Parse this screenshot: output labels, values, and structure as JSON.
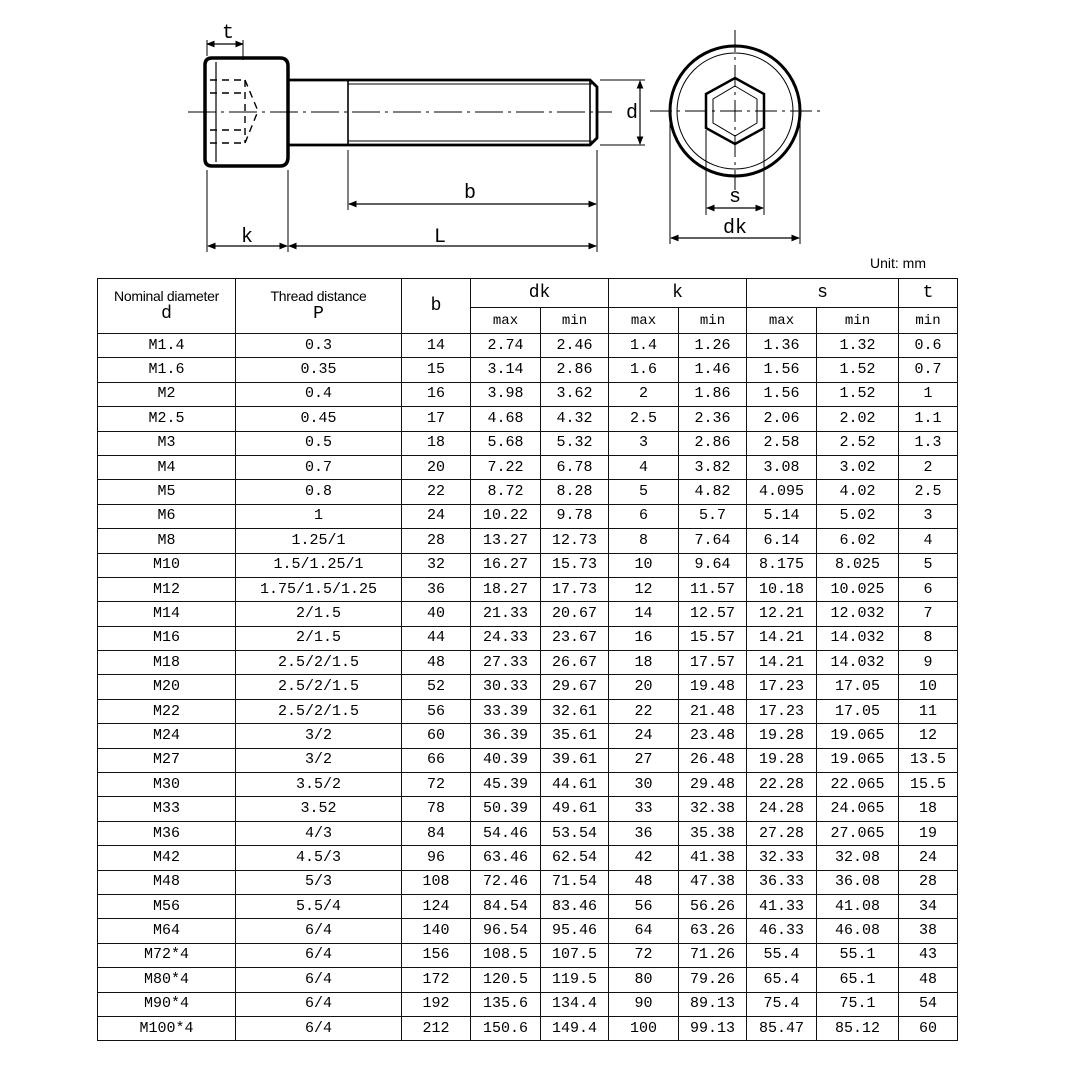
{
  "drawing": {
    "labels": {
      "t": "t",
      "d": "d",
      "b": "b",
      "k": "k",
      "L": "L",
      "s": "s",
      "dk": "dk"
    }
  },
  "unit": "Unit: mm",
  "table": {
    "headers": {
      "nominal_top": "Nominal diameter",
      "nominal_bottom": "d",
      "thread_top": "Thread distance",
      "thread_bottom": "P",
      "b": "b",
      "dk": "dk",
      "k": "k",
      "s": "s",
      "t": "t",
      "max": "max",
      "min": "min",
      "t_min": "min"
    },
    "rows": [
      [
        "M1.4",
        "0.3",
        "14",
        "2.74",
        "2.46",
        "1.4",
        "1.26",
        "1.36",
        "1.32",
        "0.6"
      ],
      [
        "M1.6",
        "0.35",
        "15",
        "3.14",
        "2.86",
        "1.6",
        "1.46",
        "1.56",
        "1.52",
        "0.7"
      ],
      [
        "M2",
        "0.4",
        "16",
        "3.98",
        "3.62",
        "2",
        "1.86",
        "1.56",
        "1.52",
        "1"
      ],
      [
        "M2.5",
        "0.45",
        "17",
        "4.68",
        "4.32",
        "2.5",
        "2.36",
        "2.06",
        "2.02",
        "1.1"
      ],
      [
        "M3",
        "0.5",
        "18",
        "5.68",
        "5.32",
        "3",
        "2.86",
        "2.58",
        "2.52",
        "1.3"
      ],
      [
        "M4",
        "0.7",
        "20",
        "7.22",
        "6.78",
        "4",
        "3.82",
        "3.08",
        "3.02",
        "2"
      ],
      [
        "M5",
        "0.8",
        "22",
        "8.72",
        "8.28",
        "5",
        "4.82",
        "4.095",
        "4.02",
        "2.5"
      ],
      [
        "M6",
        "1",
        "24",
        "10.22",
        "9.78",
        "6",
        "5.7",
        "5.14",
        "5.02",
        "3"
      ],
      [
        "M8",
        "1.25/1",
        "28",
        "13.27",
        "12.73",
        "8",
        "7.64",
        "6.14",
        "6.02",
        "4"
      ],
      [
        "M10",
        "1.5/1.25/1",
        "32",
        "16.27",
        "15.73",
        "10",
        "9.64",
        "8.175",
        "8.025",
        "5"
      ],
      [
        "M12",
        "1.75/1.5/1.25",
        "36",
        "18.27",
        "17.73",
        "12",
        "11.57",
        "10.18",
        "10.025",
        "6"
      ],
      [
        "M14",
        "2/1.5",
        "40",
        "21.33",
        "20.67",
        "14",
        "12.57",
        "12.21",
        "12.032",
        "7"
      ],
      [
        "M16",
        "2/1.5",
        "44",
        "24.33",
        "23.67",
        "16",
        "15.57",
        "14.21",
        "14.032",
        "8"
      ],
      [
        "M18",
        "2.5/2/1.5",
        "48",
        "27.33",
        "26.67",
        "18",
        "17.57",
        "14.21",
        "14.032",
        "9"
      ],
      [
        "M20",
        "2.5/2/1.5",
        "52",
        "30.33",
        "29.67",
        "20",
        "19.48",
        "17.23",
        "17.05",
        "10"
      ],
      [
        "M22",
        "2.5/2/1.5",
        "56",
        "33.39",
        "32.61",
        "22",
        "21.48",
        "17.23",
        "17.05",
        "11"
      ],
      [
        "M24",
        "3/2",
        "60",
        "36.39",
        "35.61",
        "24",
        "23.48",
        "19.28",
        "19.065",
        "12"
      ],
      [
        "M27",
        "3/2",
        "66",
        "40.39",
        "39.61",
        "27",
        "26.48",
        "19.28",
        "19.065",
        "13.5"
      ],
      [
        "M30",
        "3.5/2",
        "72",
        "45.39",
        "44.61",
        "30",
        "29.48",
        "22.28",
        "22.065",
        "15.5"
      ],
      [
        "M33",
        "3.52",
        "78",
        "50.39",
        "49.61",
        "33",
        "32.38",
        "24.28",
        "24.065",
        "18"
      ],
      [
        "M36",
        "4/3",
        "84",
        "54.46",
        "53.54",
        "36",
        "35.38",
        "27.28",
        "27.065",
        "19"
      ],
      [
        "M42",
        "4.5/3",
        "96",
        "63.46",
        "62.54",
        "42",
        "41.38",
        "32.33",
        "32.08",
        "24"
      ],
      [
        "M48",
        "5/3",
        "108",
        "72.46",
        "71.54",
        "48",
        "47.38",
        "36.33",
        "36.08",
        "28"
      ],
      [
        "M56",
        "5.5/4",
        "124",
        "84.54",
        "83.46",
        "56",
        "56.26",
        "41.33",
        "41.08",
        "34"
      ],
      [
        "M64",
        "6/4",
        "140",
        "96.54",
        "95.46",
        "64",
        "63.26",
        "46.33",
        "46.08",
        "38"
      ],
      [
        "M72*4",
        "6/4",
        "156",
        "108.5",
        "107.5",
        "72",
        "71.26",
        "55.4",
        "55.1",
        "43"
      ],
      [
        "M80*4",
        "6/4",
        "172",
        "120.5",
        "119.5",
        "80",
        "79.26",
        "65.4",
        "65.1",
        "48"
      ],
      [
        "M90*4",
        "6/4",
        "192",
        "135.6",
        "134.4",
        "90",
        "89.13",
        "75.4",
        "75.1",
        "54"
      ],
      [
        "M100*4",
        "6/4",
        "212",
        "150.6",
        "149.4",
        "100",
        "99.13",
        "85.47",
        "85.12",
        "60"
      ]
    ]
  }
}
